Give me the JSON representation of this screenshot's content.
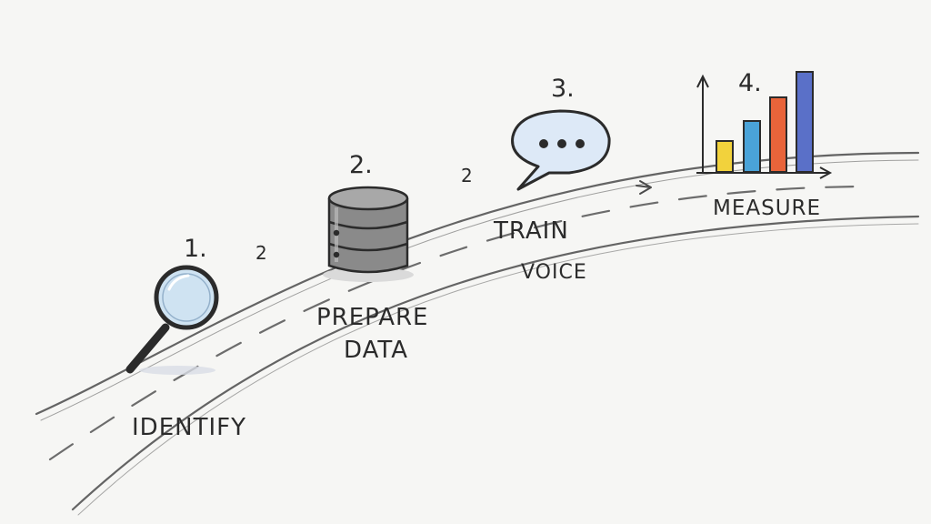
{
  "steps": [
    {
      "number": "1.",
      "label": "IDENTIFY",
      "icon": "magnifier-icon"
    },
    {
      "number": "2.",
      "label_line1": "PREPARE",
      "label_line2": "DATA",
      "icon": "database-icon"
    },
    {
      "number": "3.",
      "label_line1": "TRAIN",
      "label_line2": "VOICE",
      "icon": "speech-bubble-icon"
    },
    {
      "number": "4.",
      "label": "MEASURE",
      "icon": "bar-chart-icon"
    }
  ],
  "road_marks": [
    "2",
    "2"
  ],
  "colors": {
    "ink": "#2b2b2b",
    "bar_yellow": "#f2d23c",
    "bar_blue": "#4aa3d8",
    "bar_orange": "#e8643a",
    "bar_navy": "#5a70c8",
    "magnifier_glass": "#cfe3f2"
  }
}
